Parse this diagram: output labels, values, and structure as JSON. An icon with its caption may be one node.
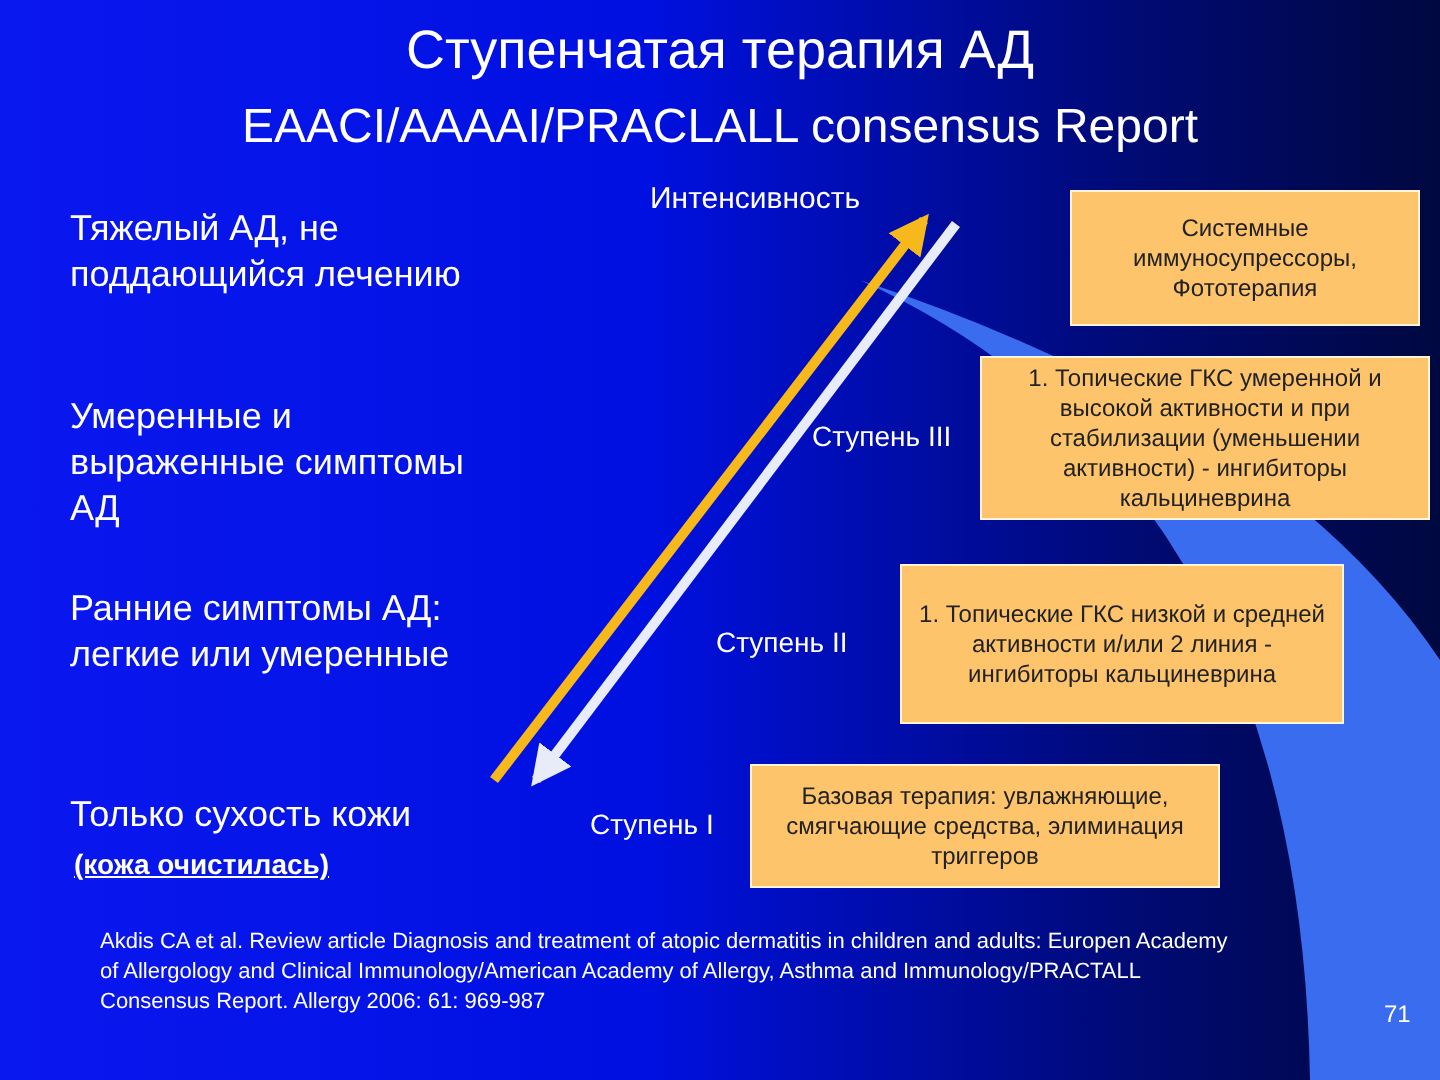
{
  "diagram": {
    "title": "Ступенчатая терапия АД",
    "nodes": [
      {
        "text": [
          "Системные иммуносупрессоры, Фототерапия"
        ]
      },
      {
        "text": [
          "1. Топические ГКС умеренной и высокой активности и при стабилизации (уменьшении активности) - ингибиторы кальциневрина"
        ],
        "beside": [
          "Ступень III"
        ]
      },
      {
        "text": [
          "1. Топические ГКС низкой и средней активности и/или 2 линия - ингибиторы кальциневрина"
        ],
        "beside": [
          "Ступень II"
        ]
      },
      {
        "text": [
          "Базовая терапия: увлажняющие, смягчающие средства, элиминация триггеров"
        ],
        "beside": [
          "Ступень I"
        ]
      }
    ],
    "labels": [
      "EAACI/AAAAI/PRACLALL consensus Report",
      "Тяжелый АД, не поддающийся лечению",
      "Интенсивность",
      "Умеренные и выраженные симптомы АД",
      "Ранние симптомы АД: легкие или умеренные",
      "Только сухость кожи",
      "(кожа очистилась)",
      "Akdis CA et al. Review article Diagnosis and treatment of atopic dermatitis in children and adults: Europen Academy of Allergology and Clinical Immunology/American Academy of Allergy, Asthma and Immunology/PRACTALL Consensus Report. Allergy 2006: 61: 969-987",
      "71"
    ]
  }
}
